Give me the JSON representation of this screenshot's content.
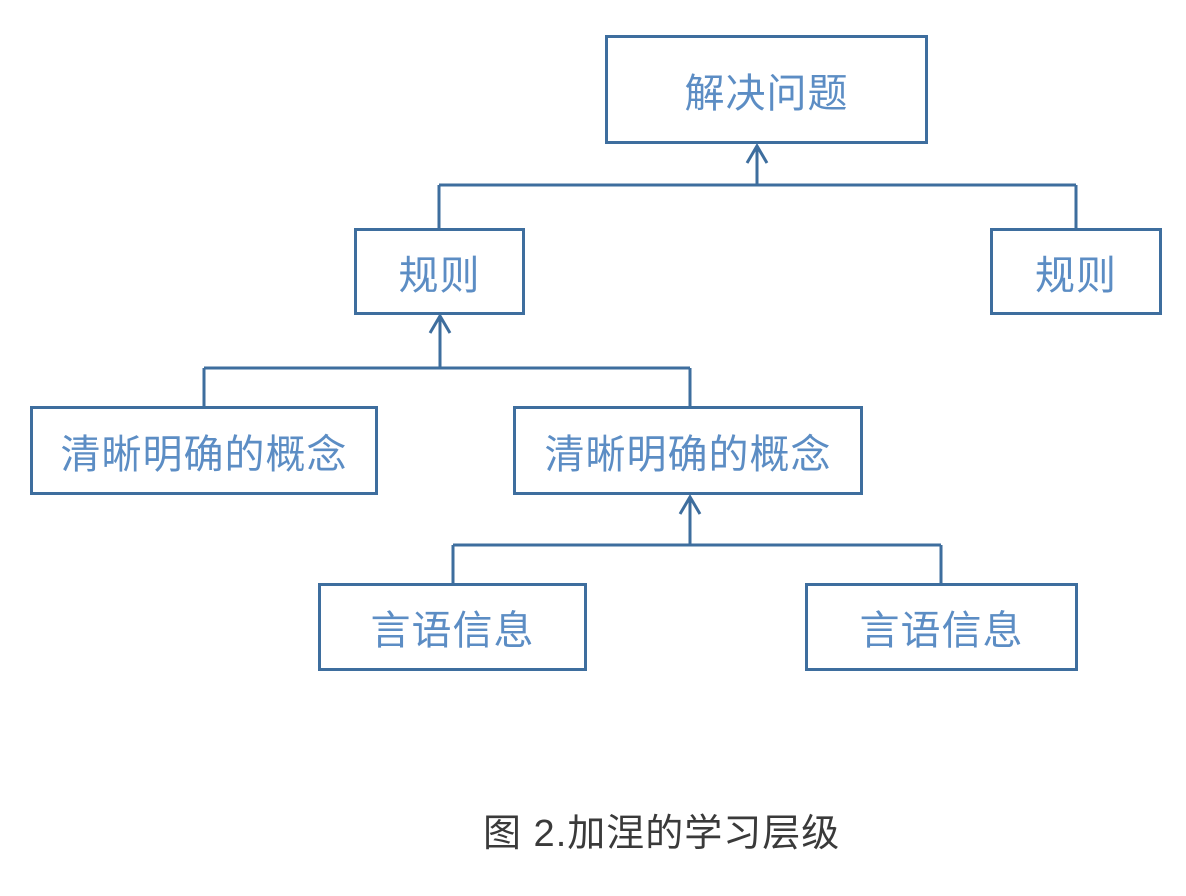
{
  "figure": {
    "caption": "图 2.加涅的学习层级"
  },
  "colors": {
    "line": "#3E6E9E",
    "box-text": "#5C8DC4",
    "caption": "#3A3A3A",
    "bg": "#FFFFFF"
  },
  "diagram": {
    "type": "hierarchy-tree",
    "direction": "children-point-up-to-parents",
    "nodes": [
      {
        "id": "root",
        "label": "解决问题",
        "level": 1,
        "parent": null
      },
      {
        "id": "rule-left",
        "label": "规则",
        "level": 2,
        "parent": "root"
      },
      {
        "id": "rule-right",
        "label": "规则",
        "level": 2,
        "parent": "root"
      },
      {
        "id": "concept-left",
        "label": "清晰明确的概念",
        "level": 3,
        "parent": "rule-left"
      },
      {
        "id": "concept-middle",
        "label": "清晰明确的概念",
        "level": 3,
        "parent": "rule-left"
      },
      {
        "id": "verbal-left",
        "label": "言语信息",
        "level": 4,
        "parent": "concept-middle"
      },
      {
        "id": "verbal-right",
        "label": "言语信息",
        "level": 4,
        "parent": "concept-middle"
      }
    ]
  }
}
